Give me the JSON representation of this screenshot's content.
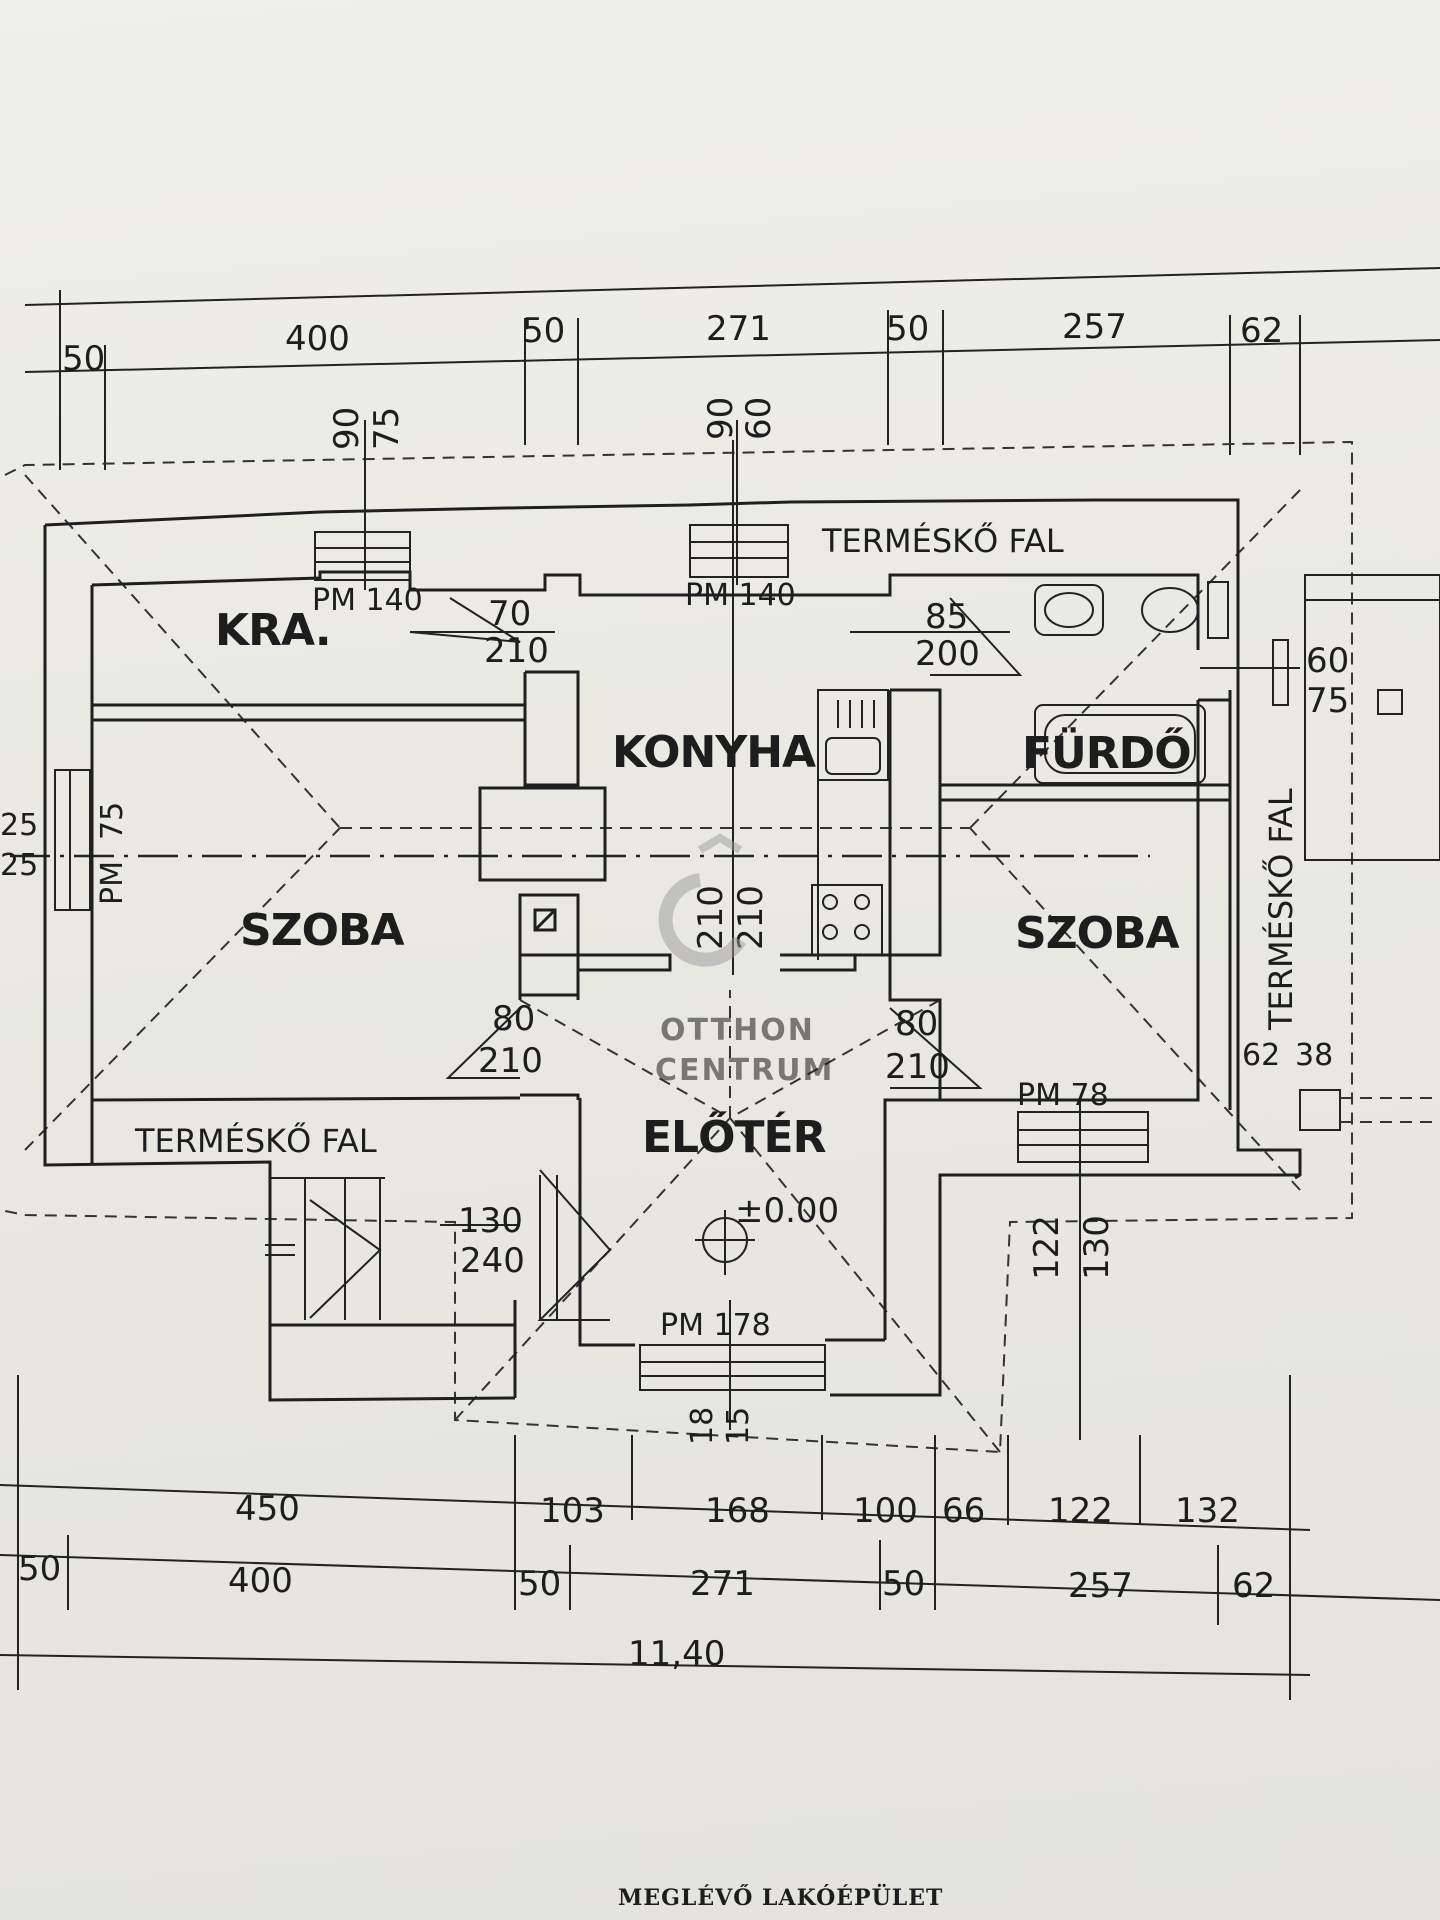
{
  "top_dims": {
    "outer": [
      "50",
      "400",
      "50",
      "271",
      "50",
      "257",
      "62"
    ]
  },
  "window_top": {
    "left": {
      "w": "90",
      "h": "75",
      "pm": "PM 140"
    },
    "mid": {
      "w": "90",
      "h": "60",
      "pm": "PM 140"
    }
  },
  "doors": {
    "kra": {
      "w": "70",
      "h": "210"
    },
    "furdo": {
      "w": "85",
      "h": "200"
    },
    "konyha_opening": {
      "a": "210",
      "b": "210"
    },
    "left_room": {
      "w": "80",
      "h": "210"
    },
    "right_room": {
      "w": "80",
      "h": "210"
    },
    "stair": {
      "w": "130",
      "h": "240"
    }
  },
  "window_bath": {
    "w": "60",
    "h": "75"
  },
  "window_left": {
    "a": "25",
    "b": "25",
    "h": "75",
    "pm": "PM"
  },
  "window_right_side": {
    "a": "62",
    "b": "38"
  },
  "window_right_room": {
    "pm": "PM 78"
  },
  "window_entry": {
    "pm": "PM 178",
    "a": "18",
    "b": "15"
  },
  "right_vertical": {
    "a": "122",
    "b": "130"
  },
  "level": "±0.00",
  "rooms": {
    "kra": "KRA.",
    "konyha": "KONYHA",
    "furdo": "FÜRDŐ",
    "szoba_left": "SZOBA",
    "szoba_right": "SZOBA",
    "eloter": "ELŐTÉR"
  },
  "wall_labels": {
    "top": "TERMÉSKŐ FAL",
    "left": "TERMÉSKŐ FAL",
    "right": "TERMÉSKŐ FAL"
  },
  "bottom_dims": {
    "row1": [
      "450",
      "103",
      "168",
      "100",
      "66",
      "122",
      "132"
    ],
    "row2": [
      "50",
      "400",
      "50",
      "271",
      "50",
      "257",
      "62"
    ],
    "total": "11,40"
  },
  "watermark": {
    "line1": "OTTHON",
    "line2": "CENTRUM"
  },
  "title": "MEGLÉVŐ LAKÓÉPÜLET"
}
